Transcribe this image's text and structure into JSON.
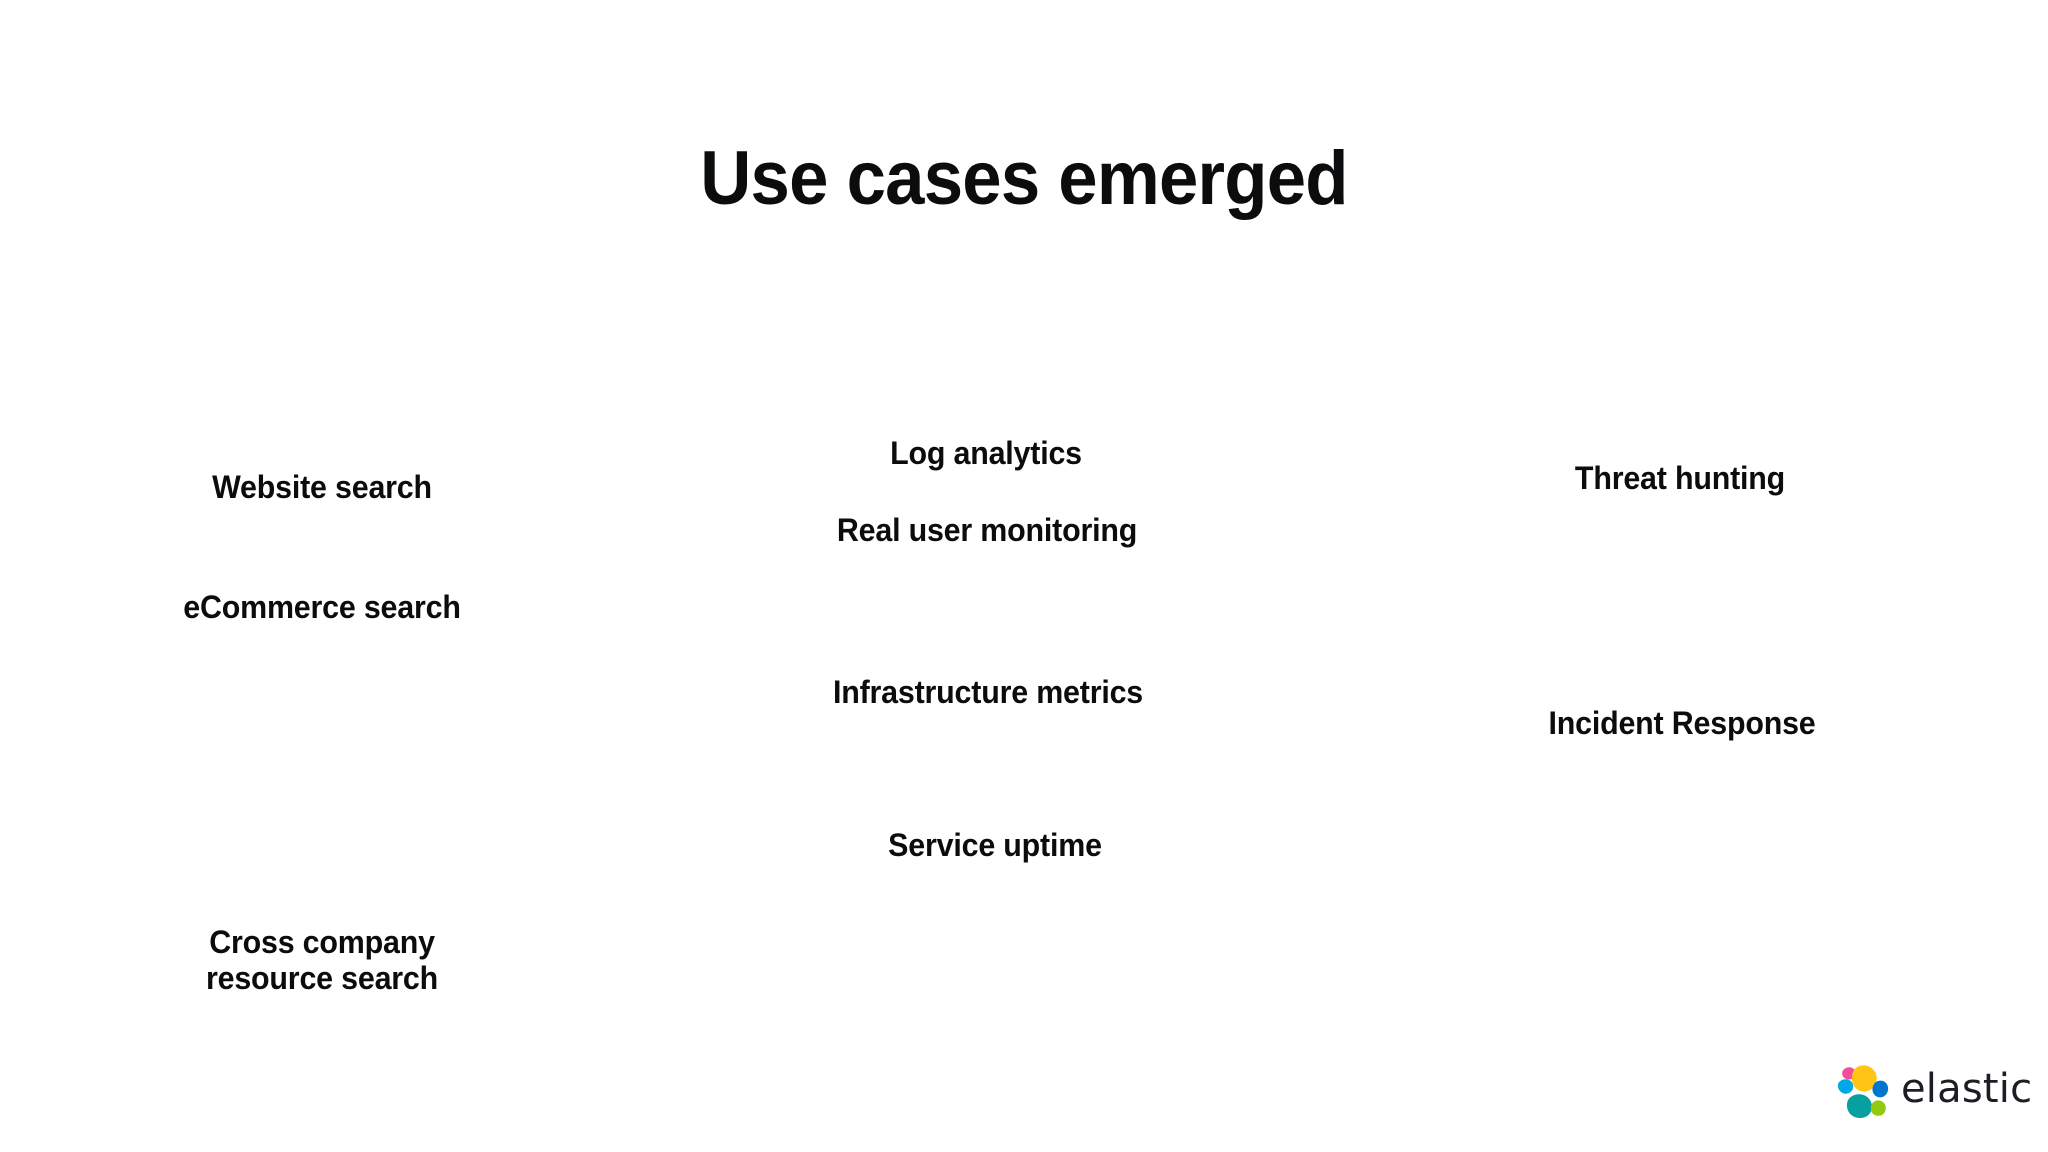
{
  "slide": {
    "background_color": "#ffffff",
    "text_color": "#0b0c0e",
    "title": "Use cases emerged"
  },
  "columns": {
    "search": {
      "items": [
        {
          "id": "website-search",
          "label": "Website search"
        },
        {
          "id": "ecommerce-search",
          "label": "eCommerce search"
        },
        {
          "id": "cross-company-resource-search",
          "label": "Cross company\nresource search"
        }
      ]
    },
    "observability": {
      "items": [
        {
          "id": "log-analytics",
          "label": "Log analytics"
        },
        {
          "id": "real-user-monitoring",
          "label": "Real user monitoring"
        },
        {
          "id": "infrastructure-metrics",
          "label": "Infrastructure metrics"
        },
        {
          "id": "service-uptime",
          "label": "Service uptime"
        }
      ]
    },
    "security": {
      "items": [
        {
          "id": "threat-hunting",
          "label": "Threat hunting"
        },
        {
          "id": "incident-response",
          "label": "Incident Response"
        }
      ]
    }
  },
  "brand": {
    "name": "elastic",
    "logo_icon": "elastic-logo-icon",
    "wordmark_color": "#1c1e23",
    "mark_colors": {
      "yellow": "#fec514",
      "pink": "#f04e98",
      "light_blue": "#00bfb3",
      "teal": "#0077cc",
      "dark_blue": "#1ba9f5",
      "green": "#7de2d1",
      "cyan": "#00a9e5",
      "lime": "#93c90e",
      "turquoise": "#07a0a0"
    }
  }
}
